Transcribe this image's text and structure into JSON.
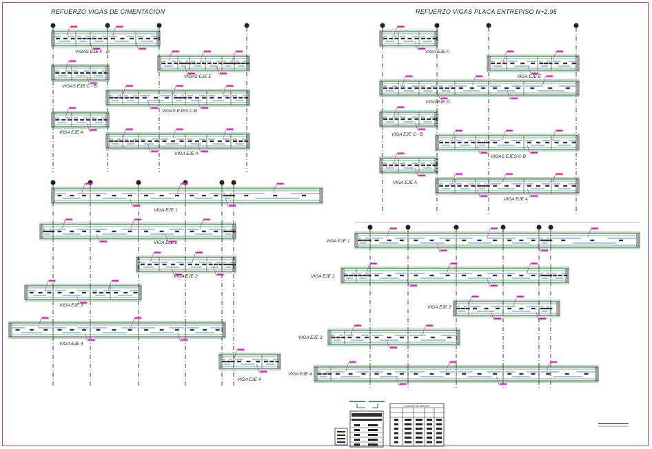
{
  "left_section": {
    "title": "REFUERZO VIGAS DE CIMENTACION",
    "labels": [
      "VIGAS EJE F - D",
      "VIGAS EJE E",
      "VIGAS EJE C - B",
      "VIGAS EJES C-B",
      "VIGA EJE A",
      "VIGA EJE A",
      "VIGA EJE 1",
      "VIGA EJE 2",
      "VIGA EJE 2'",
      "VIGA EJE 3",
      "VIGA EJE 4",
      "VIGA EJE 4"
    ]
  },
  "right_section": {
    "title": "REFUERZO VIGAS PLACA ENTREPISO N+2.95",
    "labels": [
      "VIGA EJE F",
      "VIGA EJE E",
      "VIGA EJE D",
      "VIGA EJE C - B",
      "VIGAS EJES C-B",
      "VIGA EJE A",
      "VIGA EJE A",
      "VIGA EJE 1",
      "VIGA EJE 2",
      "VIGA EJE 2'",
      "VIGA EJE 3",
      "VIGA EJE 4"
    ]
  },
  "table": {
    "title": "CUADRO DE ACEROS"
  },
  "colors": {
    "frame": "#b03cb0",
    "beam_outline": "#2a2a2a",
    "beam_inner": "#22b04a",
    "rebar": "#1e5fd0",
    "tag": "#d21fb0",
    "axis": "#111111"
  }
}
